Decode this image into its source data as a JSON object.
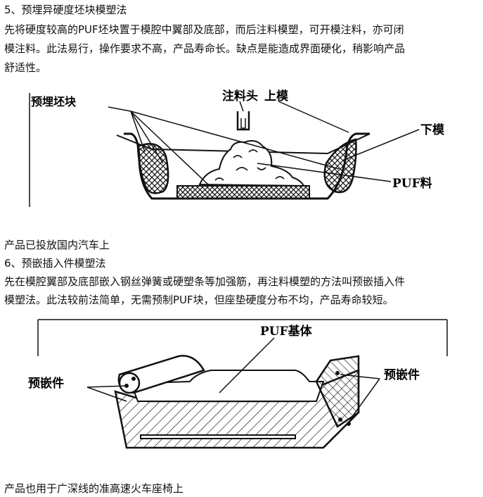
{
  "section5": {
    "heading": "5、预埋异硬度坯块模塑法",
    "line1": "先将硬度较高的PUF坯块置于模腔中翼部及底部，而后注料模塑，可开模注料，亦可闭",
    "line2": "模注料。此法易行，操作要求不高，产品寿命长。缺点是能造成界面硬化，稍影响产品",
    "line3": "舒适性。",
    "figure": {
      "label_preform": "预埋坯块",
      "label_nozzle": "注料头",
      "label_upper_mold": "上模",
      "label_lower_mold": "下模",
      "label_puf": "PUF料"
    },
    "note": "产品已投放国内汽车上"
  },
  "section6": {
    "heading": "6、预嵌插入件模塑法",
    "line1": "先在模腔翼部及底部嵌入钢丝弹簧或硬塑条等加强筋，再注料模塑的方法叫预嵌插入件",
    "line2": "模塑法。此法较前法简单，无需预制PUF块，但座垫硬度分布不均，产品寿命较短。",
    "figure": {
      "label_puf_body": "PUF基体",
      "label_insert_left": "预嵌件",
      "label_insert_right": "预嵌件"
    },
    "note": "产品也用于广深线的准高速火车座椅上"
  }
}
